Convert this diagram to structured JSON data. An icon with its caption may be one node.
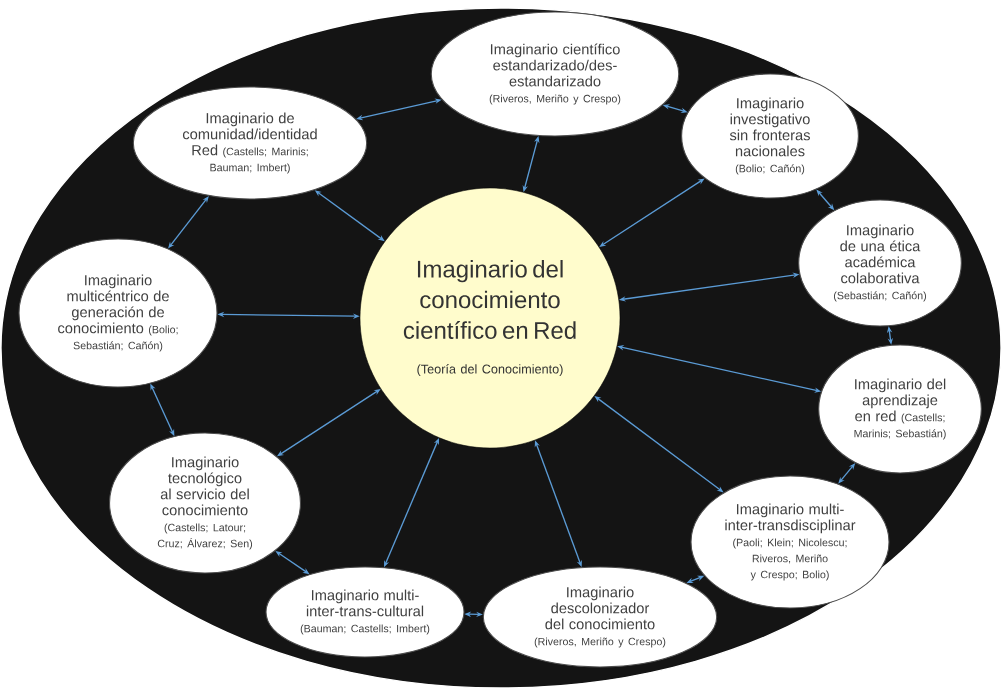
{
  "diagram": {
    "nodes": [
      {
        "text": [],
        "shape": "ellipse"
      },
      {
        "text": [
          "Imaginario del conocimiento científico en Red",
          "(Teoría del Conocimiento)"
        ],
        "in": 0
      },
      {
        "text": [
          "Imaginario científico estandarizado/des-estandarizado",
          "(Riveros, Meriño y Crespo)"
        ],
        "in": 0
      },
      {
        "text": [
          "Imaginario de comunidad/identidad Red",
          "(Castells; Marinis; Bauman; Imbert)"
        ],
        "in": 0
      },
      {
        "text": [
          "Imaginario investigativo sin fronteras nacionales",
          "(Bolio; Cañón)"
        ],
        "in": 0
      },
      {
        "text": [
          "Imaginario de una ética académica colaborativa",
          "(Sebastián; Cañón)"
        ],
        "in": 0
      },
      {
        "text": [
          "Imaginario del aprendizaje en red",
          "(Castells; Marinis; Sebastián)"
        ],
        "in": 0
      },
      {
        "text": [
          "Imaginario multi-inter-transdisciplinar",
          "(Paoli; Klein; Nicolescu; Riveros, Meriño y Crespo; Bolio)"
        ],
        "in": 0
      },
      {
        "text": [
          "Imaginario descolonizador del conocimiento",
          "(Riveros, Meriño y Crespo)"
        ],
        "in": 0
      },
      {
        "text": [
          "Imaginario multi-inter-trans-cultural",
          "(Bauman; Castells; Imbert)"
        ],
        "in": 0
      },
      {
        "text": [
          "Imaginario tecnológico al servicio del conocimiento",
          "(Castells; Latour; Cruz; Álvarez; Sen)"
        ],
        "in": 0
      },
      {
        "text": [
          "Imaginario multicéntrico de generación de conocimiento",
          "(Bolio; Sebastián; Cañón)"
        ],
        "in": 0
      }
    ],
    "edges": [
      {
        "from": 1,
        "to": 2,
        "arrow": "both"
      },
      {
        "from": 1,
        "to": 3,
        "arrow": "both"
      },
      {
        "from": 1,
        "to": 4,
        "arrow": "both"
      },
      {
        "from": 1,
        "to": 5,
        "arrow": "both"
      },
      {
        "from": 1,
        "to": 6,
        "arrow": "both"
      },
      {
        "from": 1,
        "to": 7,
        "arrow": "both"
      },
      {
        "from": 1,
        "to": 8,
        "arrow": "both"
      },
      {
        "from": 1,
        "to": 9,
        "arrow": "both"
      },
      {
        "from": 1,
        "to": 10,
        "arrow": "both"
      },
      {
        "from": 1,
        "to": 11,
        "arrow": "both"
      },
      {
        "from": 3,
        "to": 2,
        "arrow": "both"
      },
      {
        "from": 2,
        "to": 4,
        "arrow": "both"
      },
      {
        "from": 4,
        "to": 5,
        "arrow": "both"
      },
      {
        "from": 5,
        "to": 6,
        "arrow": "both"
      },
      {
        "from": 6,
        "to": 7,
        "arrow": "both"
      },
      {
        "from": 7,
        "to": 8,
        "arrow": "both"
      },
      {
        "from": 8,
        "to": 9,
        "arrow": "both"
      },
      {
        "from": 9,
        "to": 10,
        "arrow": "both"
      },
      {
        "from": 10,
        "to": 11,
        "arrow": "both"
      },
      {
        "from": 11,
        "to": 3,
        "arrow": "both"
      }
    ]
  }
}
